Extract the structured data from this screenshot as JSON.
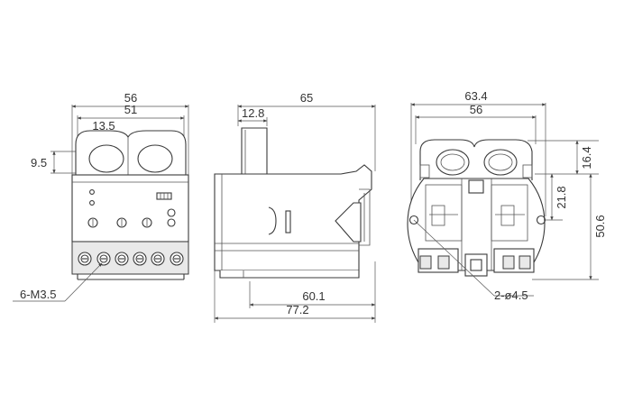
{
  "front_view": {
    "dim_width_outer": "56",
    "dim_width_inner": "51",
    "dim_hole_pitch": "13.5",
    "dim_hole_height": "9.5",
    "terminal_callout": "6-M3.5"
  },
  "side_view": {
    "dim_depth_total": "65",
    "dim_rail_width": "12.8",
    "dim_base_depth": "60.1",
    "dim_overall_depth": "77.2"
  },
  "rear_view": {
    "dim_width_outer": "63.4",
    "dim_width_inner": "56",
    "dim_top_offset": "16.4",
    "dim_hole_offset": "21.8",
    "dim_height": "50.6",
    "mounting_hole_callout": "2-ø4.5"
  },
  "colors": {
    "line": "#3a3a3a",
    "text": "#333333",
    "background": "#ffffff"
  }
}
